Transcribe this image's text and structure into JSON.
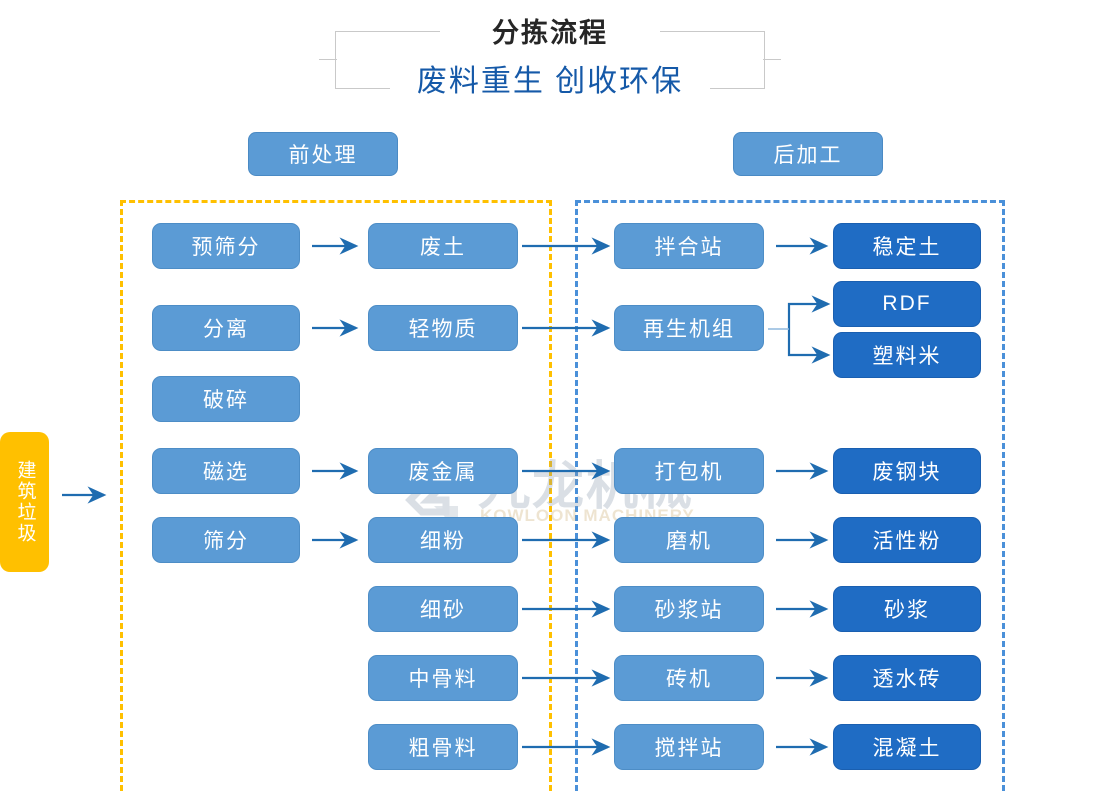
{
  "title": {
    "main": "分拣流程",
    "subtitle": "废料重生 创收环保"
  },
  "sections": [
    {
      "id": "pre",
      "label": "前处理",
      "border_color": "#ffc000"
    },
    {
      "id": "post",
      "label": "后加工",
      "border_color": "#4a90d9"
    }
  ],
  "input": {
    "label": "建筑垃圾",
    "color": "#ffc000"
  },
  "colors": {
    "process_box": "#5b9bd5",
    "output_box": "#1f6cc4",
    "arrow": "#1f6cb0",
    "title_main": "#262626",
    "title_sub": "#1559a8",
    "pre_dashed": "#ffc000",
    "post_dashed": "#4a90d9"
  },
  "nodes": {
    "pre_equipment": [
      {
        "label": "预筛分",
        "row": 0
      },
      {
        "label": "分离",
        "row": 1
      },
      {
        "label": "破碎",
        "row": 2
      },
      {
        "label": "磁选",
        "row": 3
      },
      {
        "label": "筛分",
        "row": 4
      }
    ],
    "pre_materials": [
      {
        "label": "废土",
        "row": 0
      },
      {
        "label": "轻物质",
        "row": 1
      },
      {
        "label": "废金属",
        "row": 3
      },
      {
        "label": "细粉",
        "row": 4
      },
      {
        "label": "细砂",
        "row": 5
      },
      {
        "label": "中骨料",
        "row": 6
      },
      {
        "label": "粗骨料",
        "row": 7
      }
    ],
    "post_equipment": [
      {
        "label": "拌合站",
        "row": 0
      },
      {
        "label": "再生机组",
        "row": 1
      },
      {
        "label": "打包机",
        "row": 3
      },
      {
        "label": "磨机",
        "row": 4
      },
      {
        "label": "砂浆站",
        "row": 5
      },
      {
        "label": "砖机",
        "row": 6
      },
      {
        "label": "搅拌站",
        "row": 7
      }
    ],
    "post_products": [
      {
        "label": "稳定土",
        "row": 0
      },
      {
        "label": "RDF",
        "row": 1,
        "branch": "top"
      },
      {
        "label": "塑料米",
        "row": 1,
        "branch": "bottom"
      },
      {
        "label": "废钢块",
        "row": 3
      },
      {
        "label": "活性粉",
        "row": 4
      },
      {
        "label": "砂浆",
        "row": 5
      },
      {
        "label": "透水砖",
        "row": 6
      },
      {
        "label": "混凝土",
        "row": 7
      }
    ]
  },
  "watermark": {
    "chinese": "九龙机械",
    "english": "KOWLOON MACHINERY"
  }
}
